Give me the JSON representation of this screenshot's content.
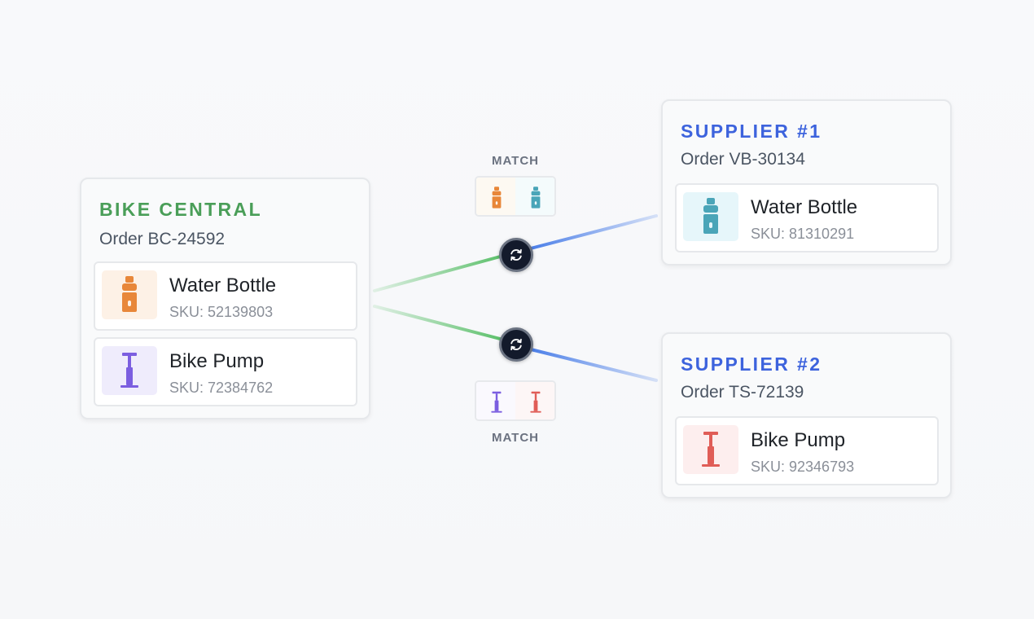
{
  "customer": {
    "name": "BIKE CENTRAL",
    "order": "Order BC-24592",
    "title_color": "#4a9e58",
    "items": [
      {
        "name": "Water Bottle",
        "sku": "SKU: 52139803",
        "icon": "water-bottle-icon",
        "icon_color": "#e8873a",
        "tint": "#fdf1e6"
      },
      {
        "name": "Bike Pump",
        "sku": "SKU: 72384762",
        "icon": "bike-pump-icon",
        "icon_color": "#7b5ee0",
        "tint": "#efecfc"
      }
    ]
  },
  "suppliers": [
    {
      "name": "SUPPLIER #1",
      "order": "Order VB-30134",
      "title_color": "#3d63dd",
      "items": [
        {
          "name": "Water Bottle",
          "sku": "SKU: 81310291",
          "icon": "water-bottle-icon",
          "icon_color": "#4aa5b8",
          "tint": "#e6f6fa"
        }
      ]
    },
    {
      "name": "SUPPLIER #2",
      "order": "Order TS-72139",
      "title_color": "#3d63dd",
      "items": [
        {
          "name": "Bike Pump",
          "sku": "SKU: 92346793",
          "icon": "bike-pump-icon",
          "icon_color": "#e05d57",
          "tint": "#fdeeee"
        }
      ]
    }
  ],
  "matches": [
    {
      "label": "MATCH",
      "left_icon": "water-bottle-icon",
      "right_icon": "water-bottle-icon"
    },
    {
      "label": "MATCH",
      "left_icon": "bike-pump-icon",
      "right_icon": "bike-pump-icon"
    }
  ],
  "colors": {
    "connector_customer": "#5cc06b",
    "connector_supplier": "#4a7ee8",
    "sync_node": "#131a2b"
  }
}
